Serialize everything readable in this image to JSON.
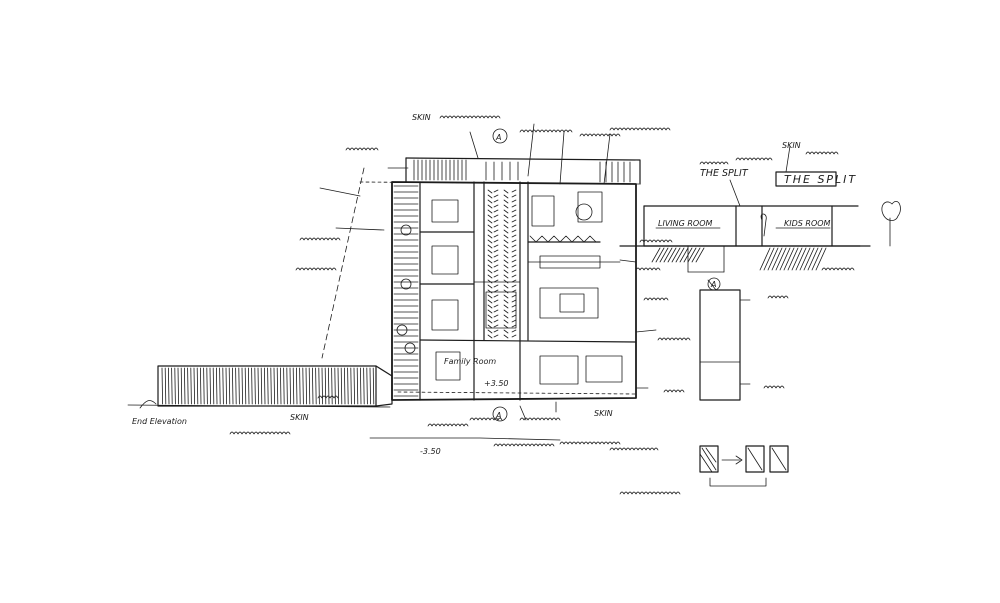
{
  "colors": {
    "paper": "#ffffff",
    "ink": "#1c1c1c"
  },
  "labels": {
    "skin_top": "SKIN",
    "the_split_1": "THE SPLIT",
    "the_split_2": "THE SPLIT",
    "skin_right": "SKIN",
    "living_room": "LIVING ROOM",
    "kids_room": "KIDS ROOM",
    "section_mark": "A",
    "end_elevation": "End Elevation",
    "skin_bottom": "SKIN",
    "skin_plan": "SKIN",
    "level_1": "-3.50",
    "level_2": "+3.50",
    "section_a_bottom": "A",
    "section_a_top": "A",
    "family_room": "Family Room"
  }
}
